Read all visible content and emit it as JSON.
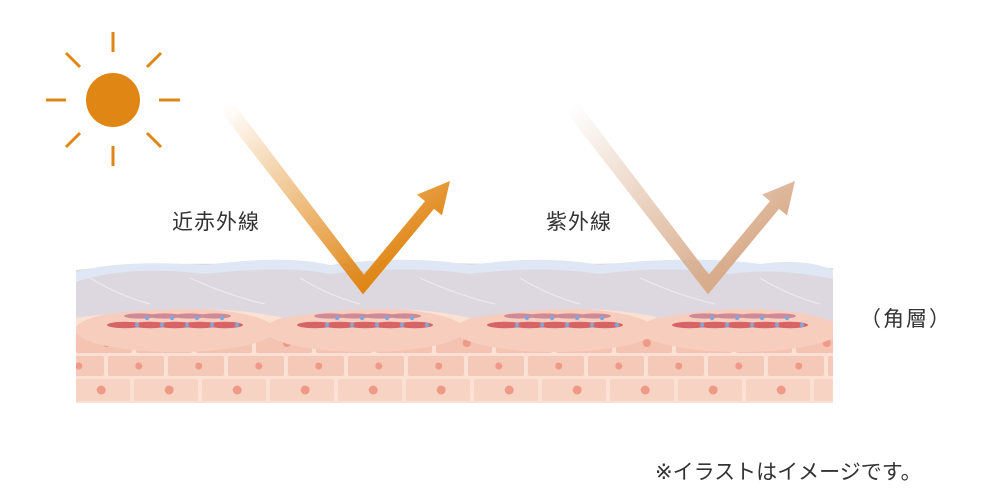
{
  "labels": {
    "near_infrared": "近赤外線",
    "ultraviolet": "紫外線",
    "stratum_corneum": "（角層）",
    "note": "※イラストはイメージです。"
  },
  "colors": {
    "sun": "#e08614",
    "near_infrared_arrow": "#e08614",
    "ultraviolet_arrow": "#d8ab89",
    "skin_surface": "#dfe6f4",
    "stratum_corneum_layer": "#ddd9df",
    "cell_pink": "#f6cbbb",
    "cell_red": "#d86466"
  },
  "icons": {
    "sun": "sun-icon"
  }
}
